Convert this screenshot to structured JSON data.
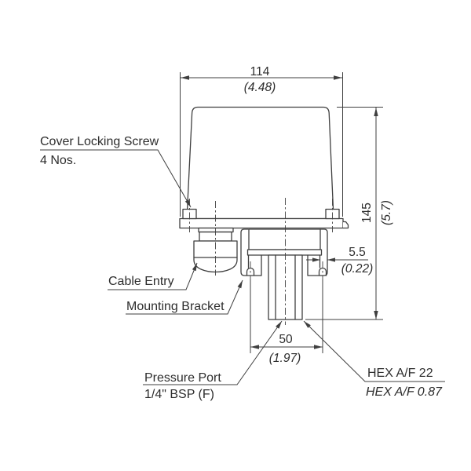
{
  "drawing": {
    "type": "dimensional-outline-drawing",
    "subject": "pressure switch side view"
  },
  "labels": {
    "cover_locking_screw": {
      "line1": "Cover Locking Screw",
      "line2": "4 Nos."
    },
    "cable_entry": "Cable Entry",
    "mounting_bracket": "Mounting Bracket",
    "pressure_port": {
      "line1": "Pressure Port",
      "line2": "1/4\" BSP (F)"
    },
    "hex": {
      "line1": "HEX A/F 22",
      "line2": "HEX A/F 0.87"
    }
  },
  "dimensions": {
    "width": {
      "mm": "114",
      "inch": "(4.48)"
    },
    "height": {
      "mm": "145",
      "inch": "(5.7)"
    },
    "bracket_thickness": {
      "mm": "5.5",
      "inch": "(0.22)"
    },
    "port_hole_spacing": {
      "mm": "50",
      "inch": "(1.97)"
    }
  },
  "colors": {
    "line": "#3f3f3f",
    "text": "#2d2d2d",
    "thread_fill": "#141414",
    "background": "#ffffff"
  }
}
